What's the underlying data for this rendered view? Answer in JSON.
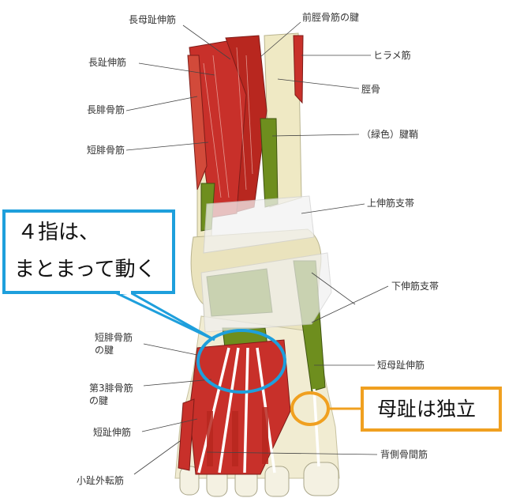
{
  "labels": {
    "ext_hallucis_longus": "長母趾伸筋",
    "tibialis_anterior_tendon": "前脛骨筋の腱",
    "ext_digitorum_longus": "長趾伸筋",
    "soleus": "ヒラメ筋",
    "tibia": "脛骨",
    "peroneus_longus": "長腓骨筋",
    "tendon_sheath_green": "（緑色）腱鞘",
    "peroneus_brevis": "短腓骨筋",
    "superior_retinaculum": "上伸筋支帯",
    "inferior_retinaculum": "下伸筋支帯",
    "peroneus_brevis_tendon_1": "短腓骨筋",
    "peroneus_brevis_tendon_2": "の腱",
    "ext_hallucis_brevis": "短母趾伸筋",
    "peroneus_tertius_tendon_1": "第3腓骨筋",
    "peroneus_tertius_tendon_2": "の腱",
    "ext_digitorum_brevis": "短趾伸筋",
    "dorsal_interossei": "背側骨間筋",
    "abductor_digiti_minimi": "小趾外転筋"
  },
  "callouts": {
    "four_toes_line1": "４指は、",
    "four_toes_line2": "まとまって動く",
    "big_toe": "母趾は独立"
  },
  "colors": {
    "blue_callout": "#1e9fdc",
    "orange_callout": "#f0a020",
    "muscle_red": "#c8302a",
    "sheath_green": "#6e8e1e",
    "bone_cream": "#efe9c4"
  }
}
